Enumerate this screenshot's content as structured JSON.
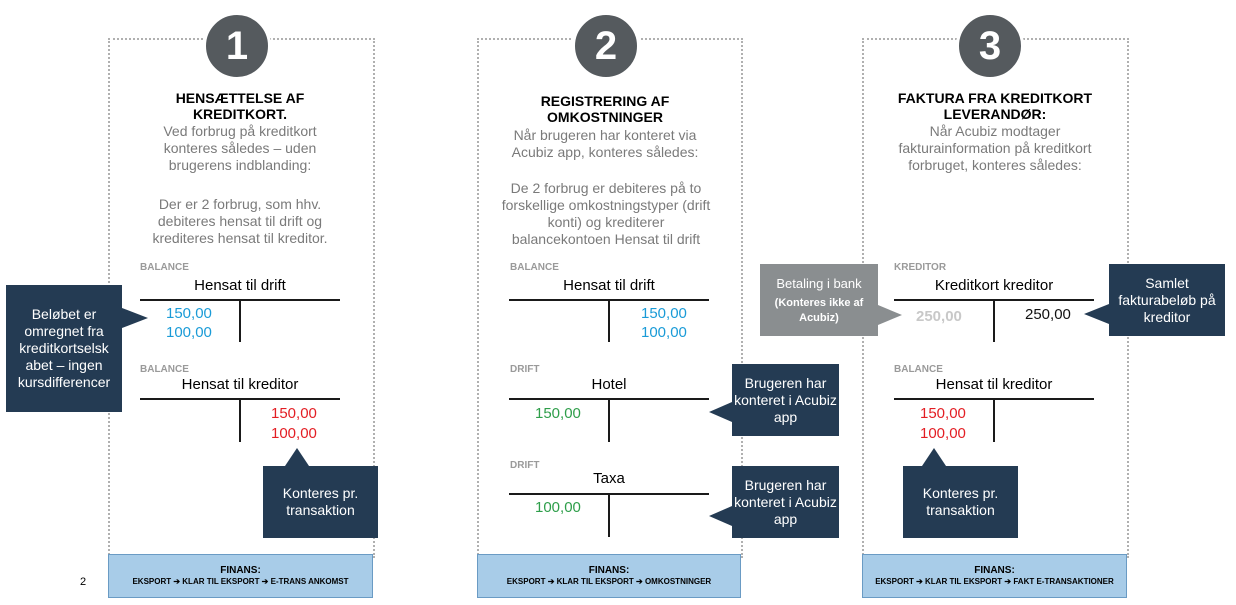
{
  "steps": [
    {
      "number": "1",
      "title": "HENSÆTTELSE AF KREDITKORT.",
      "desc1": "Ved forbrug på kreditkort konteres således – uden brugerens indblanding:",
      "desc2": "Der er 2 forbrug, som hhv. debiteres hensat til drift og krediteres hensat til kreditor.",
      "accounts": [
        {
          "label": "BALANCE",
          "name": "Hensat til drift",
          "debit": [
            "150,00",
            "100,00"
          ],
          "credit": []
        },
        {
          "label": "BALANCE",
          "name": "Hensat til kreditor",
          "debit": [],
          "credit": [
            "150,00",
            "100,00"
          ]
        }
      ],
      "callouts": [
        "Beløbet er omregnet fra kreditkortselsk abet – ingen kursdifferencer",
        "Konteres pr. transaktion"
      ],
      "footer_title": "FINANS:",
      "footer_path": "EKSPORT ➔ KLAR TIL EKSPORT ➔ E-TRANS ANKOMST"
    },
    {
      "number": "2",
      "title": "REGISTRERING AF OMKOSTNINGER",
      "desc1": "Når brugeren har konteret via Acubiz app, konteres således:",
      "desc2": "De 2 forbrug er debiteres på to forskellige omkostningstyper (drift konti) og krediterer balancekontoen Hensat til drift",
      "accounts": [
        {
          "label": "BALANCE",
          "name": "Hensat til drift",
          "debit": [],
          "credit": [
            "150,00",
            "100,00"
          ]
        },
        {
          "label": "DRIFT",
          "name": "Hotel",
          "debit": [
            "150,00"
          ],
          "credit": []
        },
        {
          "label": "DRIFT",
          "name": "Taxa",
          "debit": [
            "100,00"
          ],
          "credit": []
        }
      ],
      "callouts": [
        "Brugeren har konteret i Acubiz app",
        "Brugeren har konteret i Acubiz app"
      ],
      "footer_title": "FINANS:",
      "footer_path": "EKSPORT ➔ KLAR TIL EKSPORT ➔ OMKOSTNINGER"
    },
    {
      "number": "3",
      "title": "FAKTURA FRA KREDITKORT LEVERANDØR:",
      "desc1": "Når Acubiz modtager fakturainformation på kreditkort forbruget, konteres således:",
      "accounts": [
        {
          "label": "KREDITOR",
          "name": "Kreditkort kreditor",
          "debit": [
            "250,00"
          ],
          "credit": [
            "250,00"
          ]
        },
        {
          "label": "BALANCE",
          "name": "Hensat til kreditor",
          "debit": [
            "150,00",
            "100,00"
          ],
          "credit": []
        }
      ],
      "callouts": [
        "Betaling i bank",
        "(Konteres ikke af Acubiz)",
        "Samlet fakturabeløb på kreditor",
        "Konteres pr. transaktion"
      ],
      "footer_title": "FINANS:",
      "footer_path": "EKSPORT ➔ KLAR TIL EKSPORT ➔ FAKT E-TRANSAKTIONER"
    }
  ],
  "page_number": "2",
  "colors": {
    "callout_bg": "#243b53",
    "badge_bg": "#555a5e",
    "footer_bg": "#a8cce8",
    "debit_blue": "#1a9bd7",
    "credit_red": "#e31e24",
    "expense_green": "#2e9e4a"
  }
}
